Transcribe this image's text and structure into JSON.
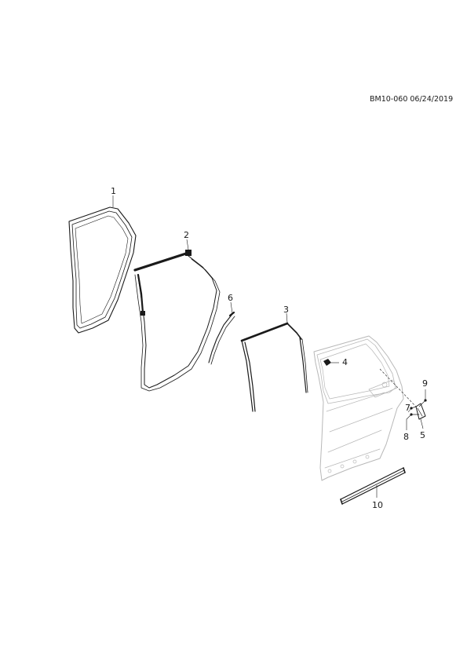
{
  "diagram": {
    "reference_code": "BM10-060 06/24/2019",
    "callouts": [
      "1",
      "2",
      "3",
      "4",
      "5",
      "6",
      "7",
      "8",
      "9",
      "10"
    ]
  }
}
